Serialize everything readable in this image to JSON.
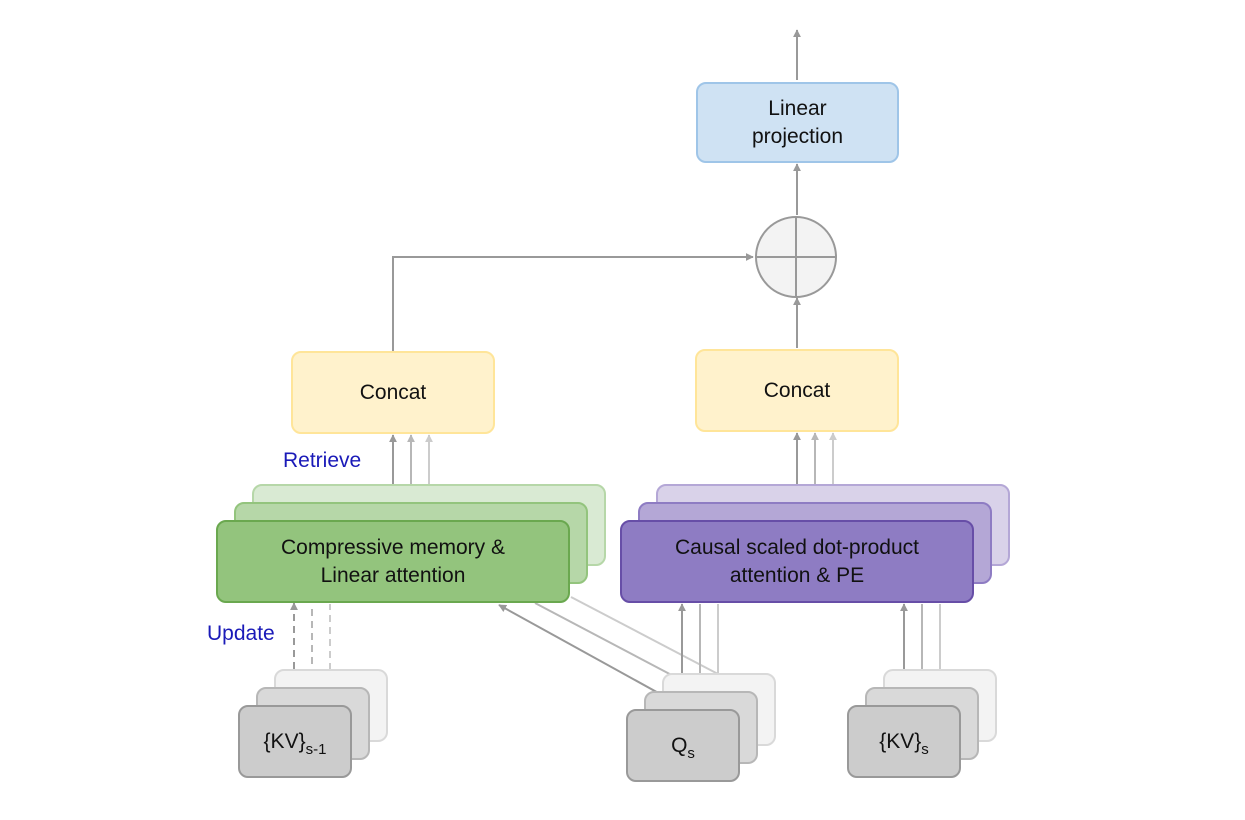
{
  "nodes": {
    "linear_projection": [
      "Linear",
      "projection"
    ],
    "concat_left": "Concat",
    "concat_right": "Concat",
    "compressive_memory": [
      "Compressive memory &",
      "Linear attention"
    ],
    "causal_attention": [
      "Causal scaled dot-product",
      "attention & PE"
    ],
    "kv_prev": {
      "base": "{KV}",
      "sub": "s-1"
    },
    "query": {
      "base": "Q",
      "sub": "s"
    },
    "kv_curr": {
      "base": "{KV}",
      "sub": "s"
    }
  },
  "edge_labels": {
    "retrieve": "Retrieve",
    "update": "Update"
  },
  "colors": {
    "arrow": "#999999",
    "arrow_light": "#cccccc",
    "label_blue": "#1a1ab8",
    "linear_fill": "#cfe2f3",
    "concat_fill": "#fff2cc",
    "green_fill": "#93c47d",
    "purple_fill": "#8e7cc3",
    "gray_fill": "#cccccc"
  },
  "icons": {
    "sum": "circled-plus-icon"
  }
}
